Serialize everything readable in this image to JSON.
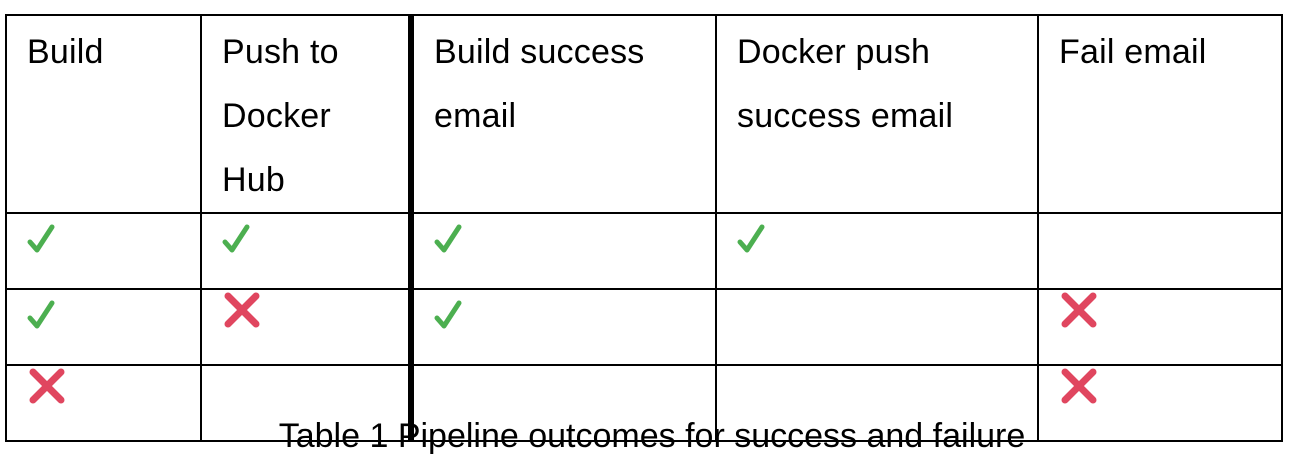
{
  "table": {
    "headers": [
      "Build",
      "Push to Docker Hub",
      "Build success email",
      "Docker push success email",
      "Fail email"
    ],
    "header_lines": [
      [
        "Build"
      ],
      [
        "Push to",
        "Docker",
        "Hub"
      ],
      [
        "Build success",
        "email"
      ],
      [
        "Docker push",
        "success email"
      ],
      [
        "Fail email"
      ]
    ],
    "rows": [
      [
        "check",
        "check",
        "check",
        "check",
        ""
      ],
      [
        "check",
        "cross",
        "check",
        "",
        "cross"
      ],
      [
        "cross",
        "",
        "",
        "",
        "cross"
      ]
    ]
  },
  "icons": {
    "check": "check-icon",
    "cross": "cross-icon"
  },
  "colors": {
    "check": "#4caf50",
    "cross": "#e0465f",
    "border": "#000000"
  },
  "caption": "Table 1 Pipeline outcomes for success and failure"
}
